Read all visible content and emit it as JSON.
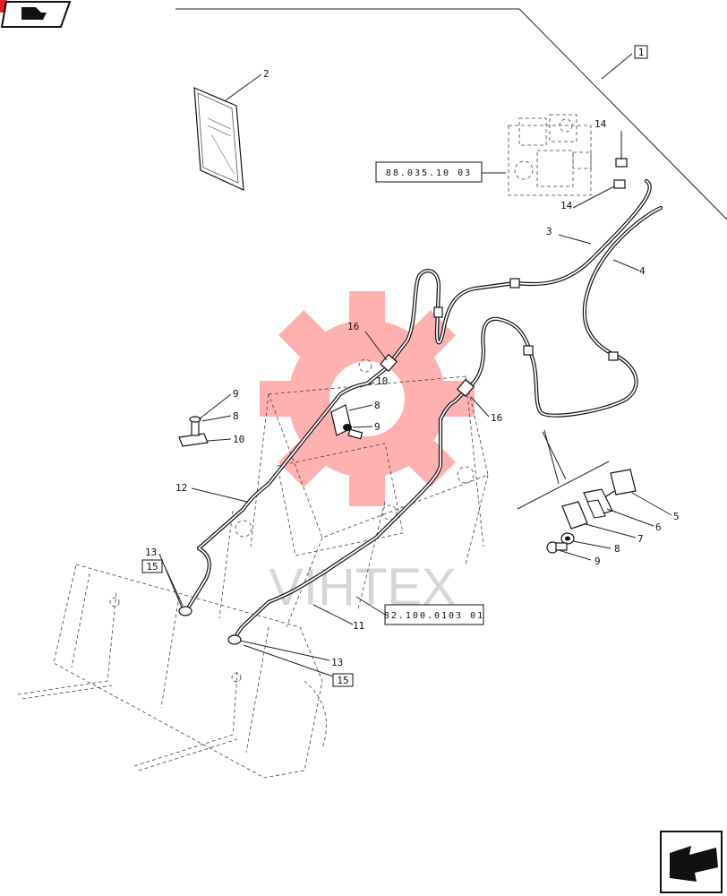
{
  "diagram": {
    "callouts": {
      "item1": "1",
      "item2": "2",
      "item3": "3",
      "item4": "4",
      "item5": "5",
      "item6": "6",
      "item7": "7",
      "item8_kit": "8",
      "item9_kit": "9",
      "item8_left": "8",
      "item9_left": "9",
      "item10_left": "10",
      "item8_mid": "8",
      "item9_mid": "9",
      "item10_mid": "10",
      "item11": "11",
      "item12": "12",
      "item13_top": "13",
      "item13_bottom": "13",
      "item14_top": "14",
      "item14_bottom": "14",
      "item15_top": "15",
      "item15_bottom": "15",
      "item16_top": "16",
      "item16_right": "16"
    },
    "references": {
      "valve_ref": "88.035.10 03",
      "loader_ref": "82.100.0103 01"
    },
    "watermark": "VIHTEX"
  }
}
